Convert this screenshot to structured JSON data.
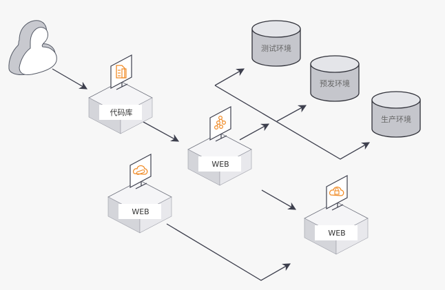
{
  "diagram": {
    "colors": {
      "background": "#f7f7f7",
      "accent": "#f08a24",
      "line": "#3d3f4d",
      "box_top": "#f5f5f7",
      "box_left": "#d4d5da",
      "box_right": "#e8e8ec",
      "db_body": "#c5c6cc",
      "db_top": "#e4e5e9"
    },
    "user": {
      "icon": "user-icon"
    },
    "nodes": [
      {
        "id": "repo",
        "label": "代码库",
        "icon": "document-icon"
      },
      {
        "id": "build",
        "label": "WEB",
        "icon": "branch-icon"
      },
      {
        "id": "web-left",
        "label": "WEB",
        "icon": "cloud-link-icon"
      },
      {
        "id": "web-right",
        "label": "WEB",
        "icon": "cloud-lock-icon"
      }
    ],
    "databases": [
      {
        "id": "test",
        "label": "测试环境"
      },
      {
        "id": "staging",
        "label": "预发环境"
      },
      {
        "id": "production",
        "label": "生产环境"
      }
    ]
  }
}
